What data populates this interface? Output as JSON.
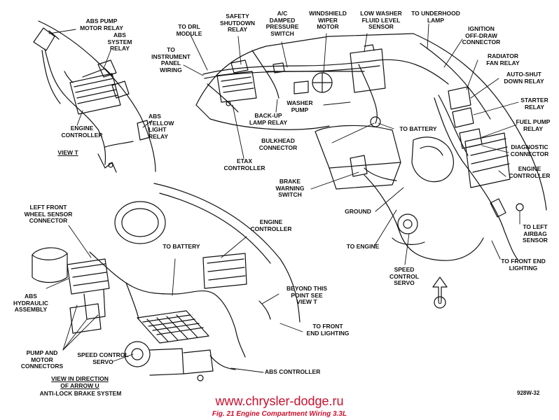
{
  "view_t": {
    "abs_pump_motor_relay": "ABS PUMP\nMOTOR RELAY",
    "abs_system_relay": "ABS\nSYSTEM\nRELAY",
    "abs_yellow_light_relay": "ABS\nYELLOW\nLIGHT\nRELAY",
    "engine_controller": "ENGINE\nCONTROLLER",
    "view_title": "VIEW T"
  },
  "main": {
    "to_drl_module": "TO DRL\nMODULE",
    "to_instrument_panel_wiring": "TO\nINSTRUMENT\nPANEL\nWIRING",
    "safety_shutdown_relay": "SAFETY\nSHUTDOWN\nRELAY",
    "ac_damped_pressure_switch": "A/C\nDAMPED\nPRESSURE\nSWITCH",
    "windshield_wiper_motor": "WINDSHIELD\nWIPER\nMOTOR",
    "low_washer_fluid_level_sensor": "LOW WASHER\nFLUID LEVEL\nSENSOR",
    "to_underhood_lamp": "TO UNDERHOOD\nLAMP",
    "ignition_off_draw_connector": "IGNITION\nOFF-DRAW\nCONNECTOR",
    "radiator_fan_relay": "RADIATOR\nFAN RELAY",
    "auto_shut_down_relay": "AUTO-SHUT\nDOWN RELAY",
    "starter_relay": "STARTER\nRELAY",
    "fuel_pump_relay": "FUEL PUMP\nRELAY",
    "diagnostic_connector": "DIAGNOSTIC\nCONNECTOR",
    "engine_controller": "ENGINE\nCONTROLLER",
    "to_left_airbag_sensor": "TO LEFT\nAIRBAG\nSENSOR",
    "to_front_end_lighting": "TO FRONT END\nLIGHTING",
    "speed_control_servo": "SPEED\nCONTROL\nSERVO",
    "to_engine": "TO ENGINE",
    "ground": "GROUND",
    "brake_warning_switch": "BRAKE\nWARNING\nSWITCH",
    "bulkhead_connector": "BULKHEAD\nCONNECTOR",
    "etax_controller": "ETAX\nCONTROLLER",
    "back_up_lamp_relay": "BACK-UP\nLAMP RELAY",
    "washer_pump": "WASHER\nPUMP",
    "to_battery": "TO BATTERY"
  },
  "view_u": {
    "left_front_wheel_sensor_connector": "LEFT FRONT\nWHEEL SENSOR\nCONNECTOR",
    "abs_hydraulic_assembly": "ABS\nHYDRAULIC\nASSEMBLY",
    "pump_and_motor_connectors": "PUMP AND\nMOTOR\nCONNECTORS",
    "speed_control_servo": "SPEED CONTROL\nSERVO",
    "engine_controller": "ENGINE\nCONTROLLER",
    "to_battery": "TO BATTERY",
    "beyond_this_point_see_view_t": "BEYOND THIS\nPOINT SEE\nVIEW T",
    "to_front_end_lighting": "TO FRONT\nEND LIGHTING",
    "abs_controller": "ABS CONTROLLER",
    "view_title_line1": "VIEW IN DIRECTION",
    "view_title_line2": "OF ARROW U",
    "view_subtitle": "ANTI-LOCK BRAKE SYSTEM"
  },
  "arrow_letter": "U",
  "figure_code": "928W-32",
  "watermark": "www.chrysler-dodge.ru",
  "caption": "Fig. 21 Engine Compartment Wiring 3.3L"
}
